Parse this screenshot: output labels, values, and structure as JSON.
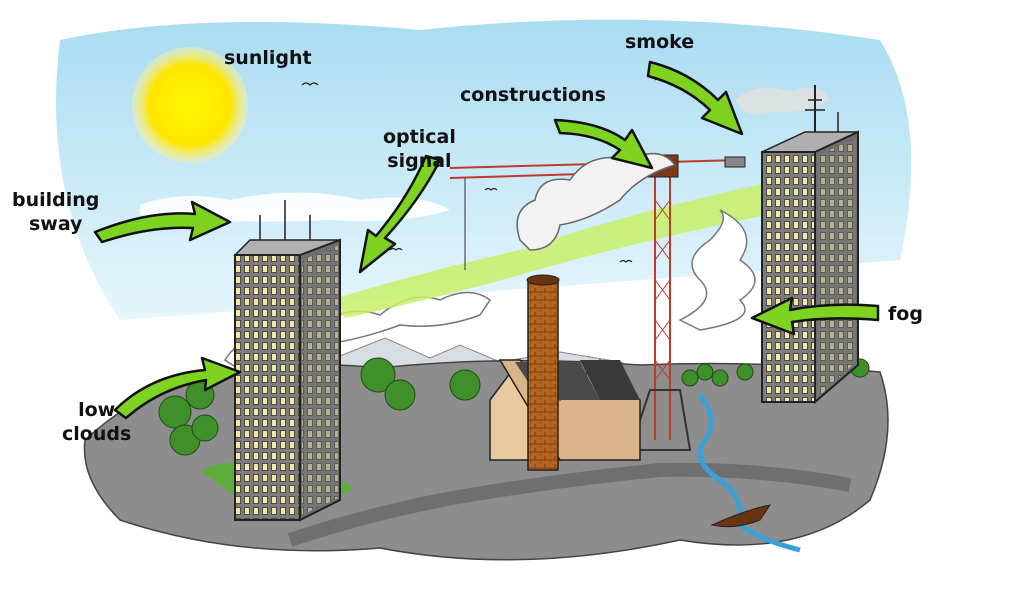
{
  "labels": {
    "sunlight": "sunlight",
    "smoke": "smoke",
    "constructions": "constructions",
    "optical_signal": [
      "optical",
      "signal"
    ],
    "building_sway": [
      "building",
      "sway"
    ],
    "fog": "fog",
    "low_clouds": [
      "low",
      "clouds"
    ]
  },
  "colors": {
    "sky": "#bfe6f5",
    "sun": "#fff200",
    "arrow": "#7ed321",
    "signal_beam": "#c8f06a",
    "ground": "#8c8c8c",
    "building": "#9a9a9a",
    "brick": "#b5651d",
    "crane": "#c0392b",
    "river": "#3aa0d8",
    "tree": "#3f8f2a"
  }
}
